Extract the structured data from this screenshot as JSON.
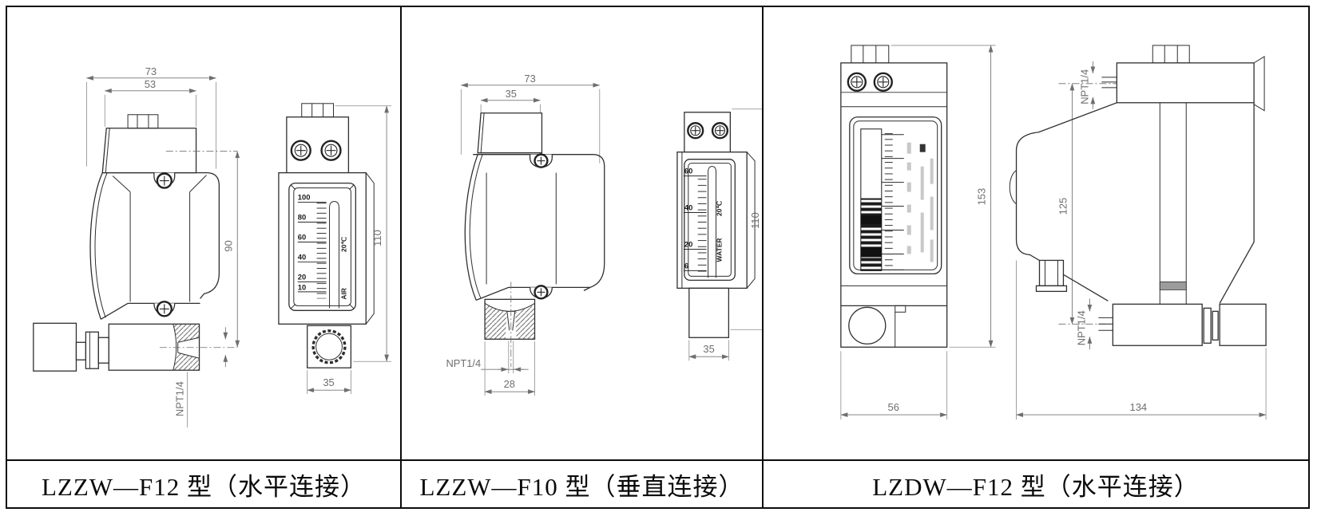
{
  "panels": [
    {
      "caption": "LZZW—F12 型（水平连接）",
      "dims": {
        "d73": "73",
        "d53": "53",
        "d90": "90",
        "d110": "110",
        "d35": "35",
        "npt": "NPT1/4"
      },
      "scale": {
        "ticks": [
          "100",
          "80",
          "60",
          "40",
          "20",
          "10"
        ],
        "medium": "AIR",
        "temp": "20℃"
      }
    },
    {
      "caption": "LZZW—F10 型（垂直连接）",
      "dims": {
        "d73": "73",
        "d35_top": "35",
        "d28": "28",
        "d110": "110",
        "d35_bottom": "35",
        "npt": "NPT1/4"
      },
      "scale": {
        "ticks": [
          "60",
          "40",
          "20",
          "6"
        ],
        "medium": "WATER",
        "temp": "20℃"
      }
    },
    {
      "caption": "LZDW—F12 型（水平连接）",
      "dims": {
        "d153": "153",
        "d56": "56",
        "d125": "125",
        "d134": "134",
        "npt_top": "NPT1/4",
        "npt_bottom": "NPT1/4"
      }
    }
  ]
}
